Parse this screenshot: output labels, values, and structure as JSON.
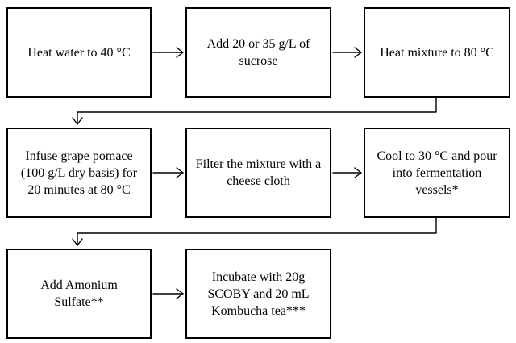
{
  "steps": [
    {
      "id": "step-1",
      "text": "Heat water to 40 °C"
    },
    {
      "id": "step-2",
      "text": "Add 20 or 35 g/L of sucrose"
    },
    {
      "id": "step-3",
      "text": "Heat mixture to 80 °C"
    },
    {
      "id": "step-4",
      "text": "Infuse grape pomace (100 g/L dry basis) for 20 minutes at 80 °C"
    },
    {
      "id": "step-5",
      "text": "Filter the mixture with a cheese cloth"
    },
    {
      "id": "step-6",
      "text": "Cool to 30 °C and pour into fermentation vessels*"
    },
    {
      "id": "step-7",
      "text": "Add Amonium Sulfate**"
    },
    {
      "id": "step-8",
      "text": "Incubate with 20g SCOBY and 20 mL Kombucha tea***"
    }
  ],
  "colors": {
    "stroke": "#000000",
    "background": "#ffffff"
  }
}
